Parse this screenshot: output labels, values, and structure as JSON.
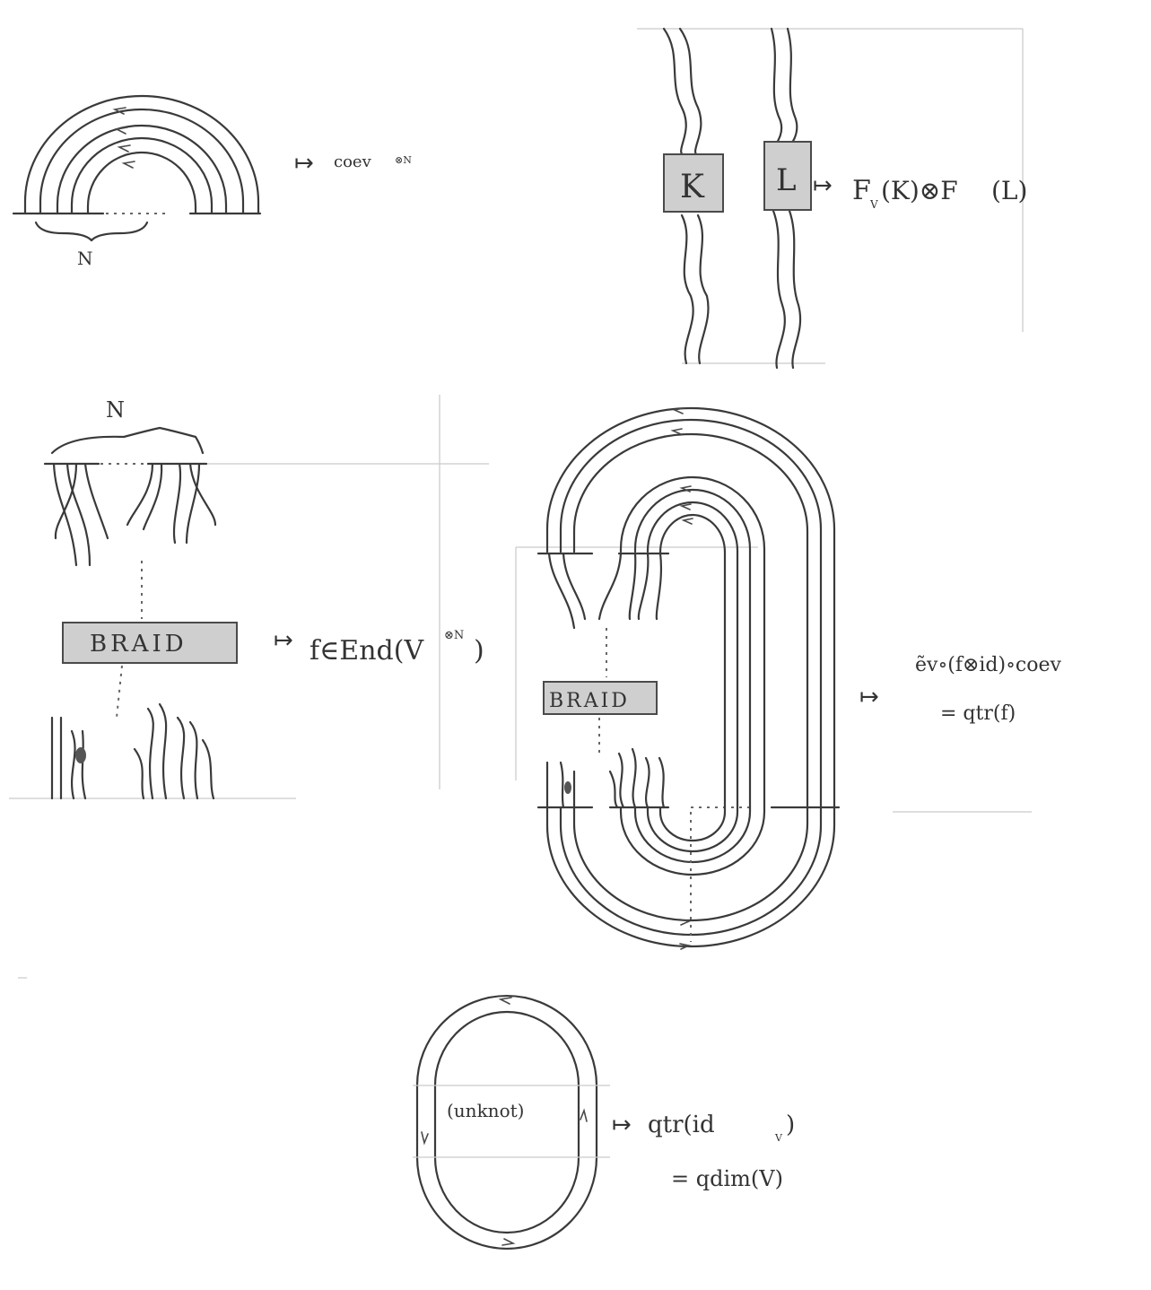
{
  "labels": {
    "n_top": "N",
    "n_mid": "N",
    "coev": "coev",
    "coev_power": "⊗N",
    "fv_k": "F",
    "fv_sub": "V",
    "fv_rest": "(K)⊗F",
    "fv_l": "(L)",
    "box_k": "K",
    "box_l": "L",
    "braid_left": "BRAID",
    "braid_right": "BRAID",
    "f_end": "f∈End(V",
    "f_end_power": "⊗N",
    "f_end_close": ")",
    "ev_line1": "ẽv∘(f⊗id)∘coev",
    "ev_line2": "= qtr(f)",
    "unknot": "(unknot)",
    "qtr_line1": "qtr(id",
    "qtr_sub": "V",
    "qtr_close": ")",
    "qtr_line2": "= qdim(V)"
  },
  "arrows": {
    "mapsto": "↦"
  },
  "colors": {
    "ink": "#3a3a3a",
    "box_fill": "#cfcfcf",
    "paper": "#ffffff"
  }
}
